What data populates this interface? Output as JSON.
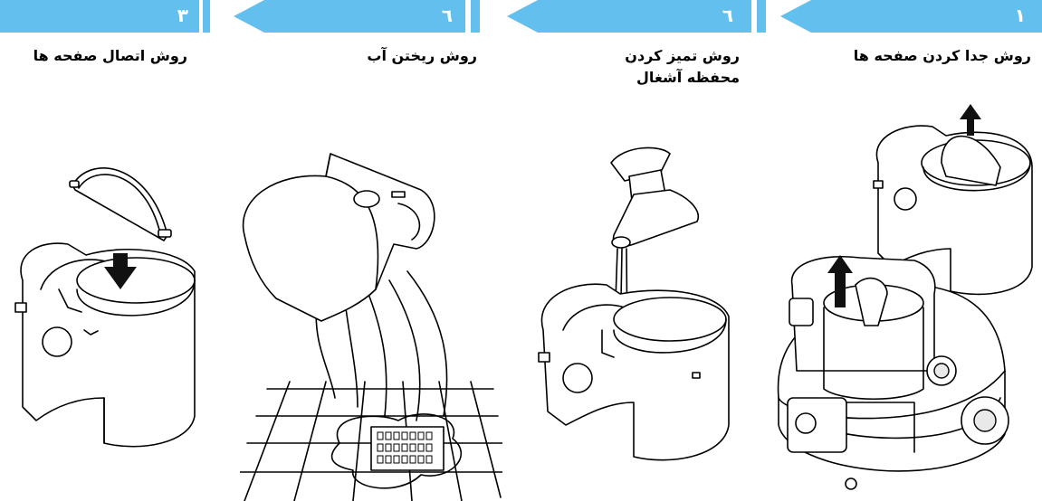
{
  "colors": {
    "tab": "#62bfee",
    "gap": "#ffffff"
  },
  "panels": [
    {
      "number": "٣",
      "title": "روش اتصال  صفحه ها"
    },
    {
      "number": "٦",
      "title": "روش ریختن آب"
    },
    {
      "number": "٦",
      "title": "روش تمیز کردن\nمحفظه آشغال"
    },
    {
      "number": "١",
      "title": "روش جدا کردن  صفحه ها"
    }
  ],
  "icons": [
    "arrow-down-icon",
    "arrow-up-icon",
    "faucet-icon",
    "drain-icon"
  ]
}
